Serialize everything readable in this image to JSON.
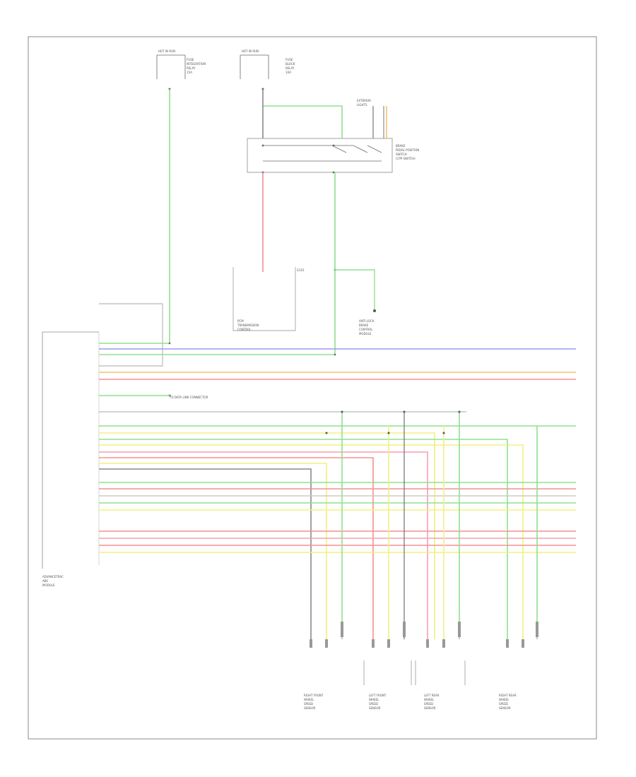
{
  "diagram": {
    "fuse_box_1": {
      "title": "HOT IN RUN",
      "lines": [
        "FUSE",
        "INTEGRATION",
        "RELAY",
        "15A"
      ]
    },
    "fuse_box_2": {
      "title": "HOT IN RUN",
      "lines": [
        "FUSE",
        "BLOCK",
        "RELAY",
        "10A"
      ]
    },
    "switch_module_label": [
      "BRAKE",
      "PEDAL POSITION",
      "SWITCH",
      "(CPP SWITCH)"
    ],
    "transmission_box_label": [
      "PCM",
      "TRANSMISSION",
      "CONTROL"
    ],
    "ground_label": [
      "G101"
    ],
    "junction_label": [
      "EXTERIOR",
      "LIGHTS"
    ],
    "module_label": [
      "ANTI-LOCK",
      "BRAKE",
      "CONTROL",
      "MODULE"
    ],
    "note_label": [
      "TO DATA LINK CONNECTOR"
    ],
    "main_module_label": [
      "ADVANCETRAC",
      "ABS",
      "MODULE"
    ],
    "sensor_labels": [
      [
        "RIGHT FRONT",
        "WHEEL",
        "SPEED",
        "SENSOR"
      ],
      [
        "LEFT FRONT",
        "WHEEL",
        "SPEED",
        "SENSOR"
      ],
      [
        "LEFT REAR",
        "WHEEL",
        "SPEED",
        "SENSOR"
      ],
      [
        "RIGHT REAR",
        "WHEEL",
        "SPEED",
        "SENSOR"
      ]
    ],
    "footer_code": "",
    "colors": {
      "green": "#8fe08f",
      "blue": "#9a9af0",
      "orange": "#f5c070",
      "red": "#f59090",
      "yellow": "#f0f080",
      "pink": "#f5a0b0",
      "gray": "#707070"
    }
  }
}
